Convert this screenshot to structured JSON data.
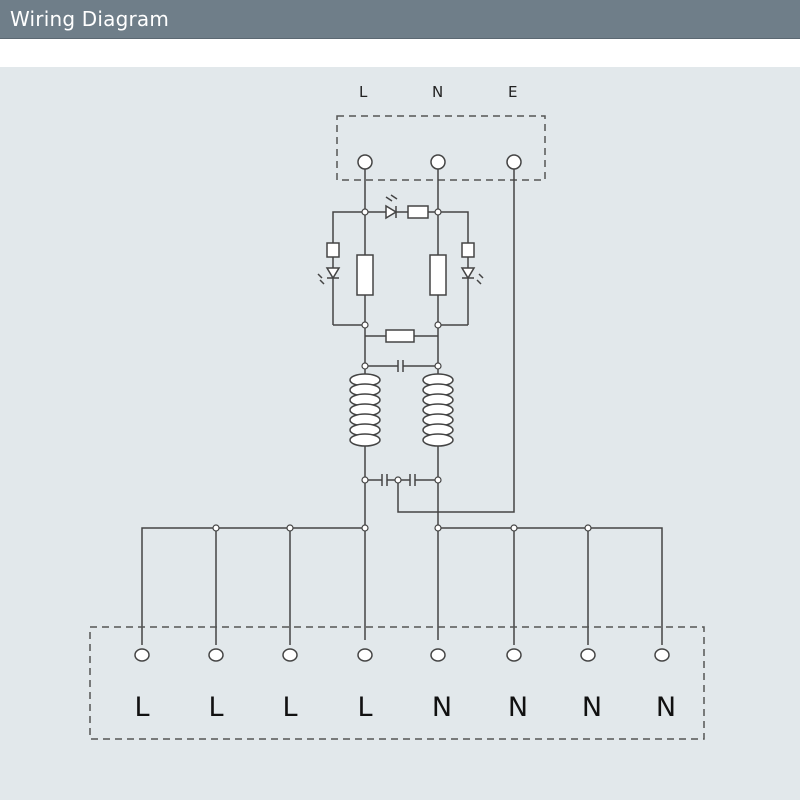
{
  "header": {
    "title": "Wiring Diagram"
  },
  "supply_terminals": [
    "L",
    "N",
    "E"
  ],
  "output_terminals": [
    "L",
    "L",
    "L",
    "L",
    "N",
    "N",
    "N",
    "N"
  ],
  "colors": {
    "header_bg": "#6f7e89",
    "canvas_bg": "#e2e8eb",
    "wire": "#444444"
  }
}
